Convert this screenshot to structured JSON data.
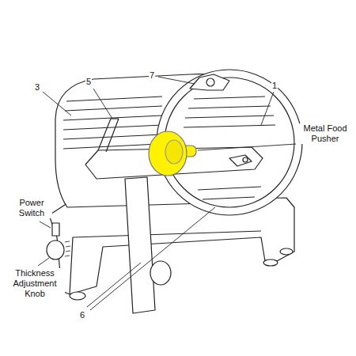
{
  "diagram": {
    "labels": [
      "7",
      "5",
      "3",
      "1",
      "Metal Food Pusher",
      "Power Switch",
      "Thickness Adjustment Knob",
      "6"
    ]
  }
}
